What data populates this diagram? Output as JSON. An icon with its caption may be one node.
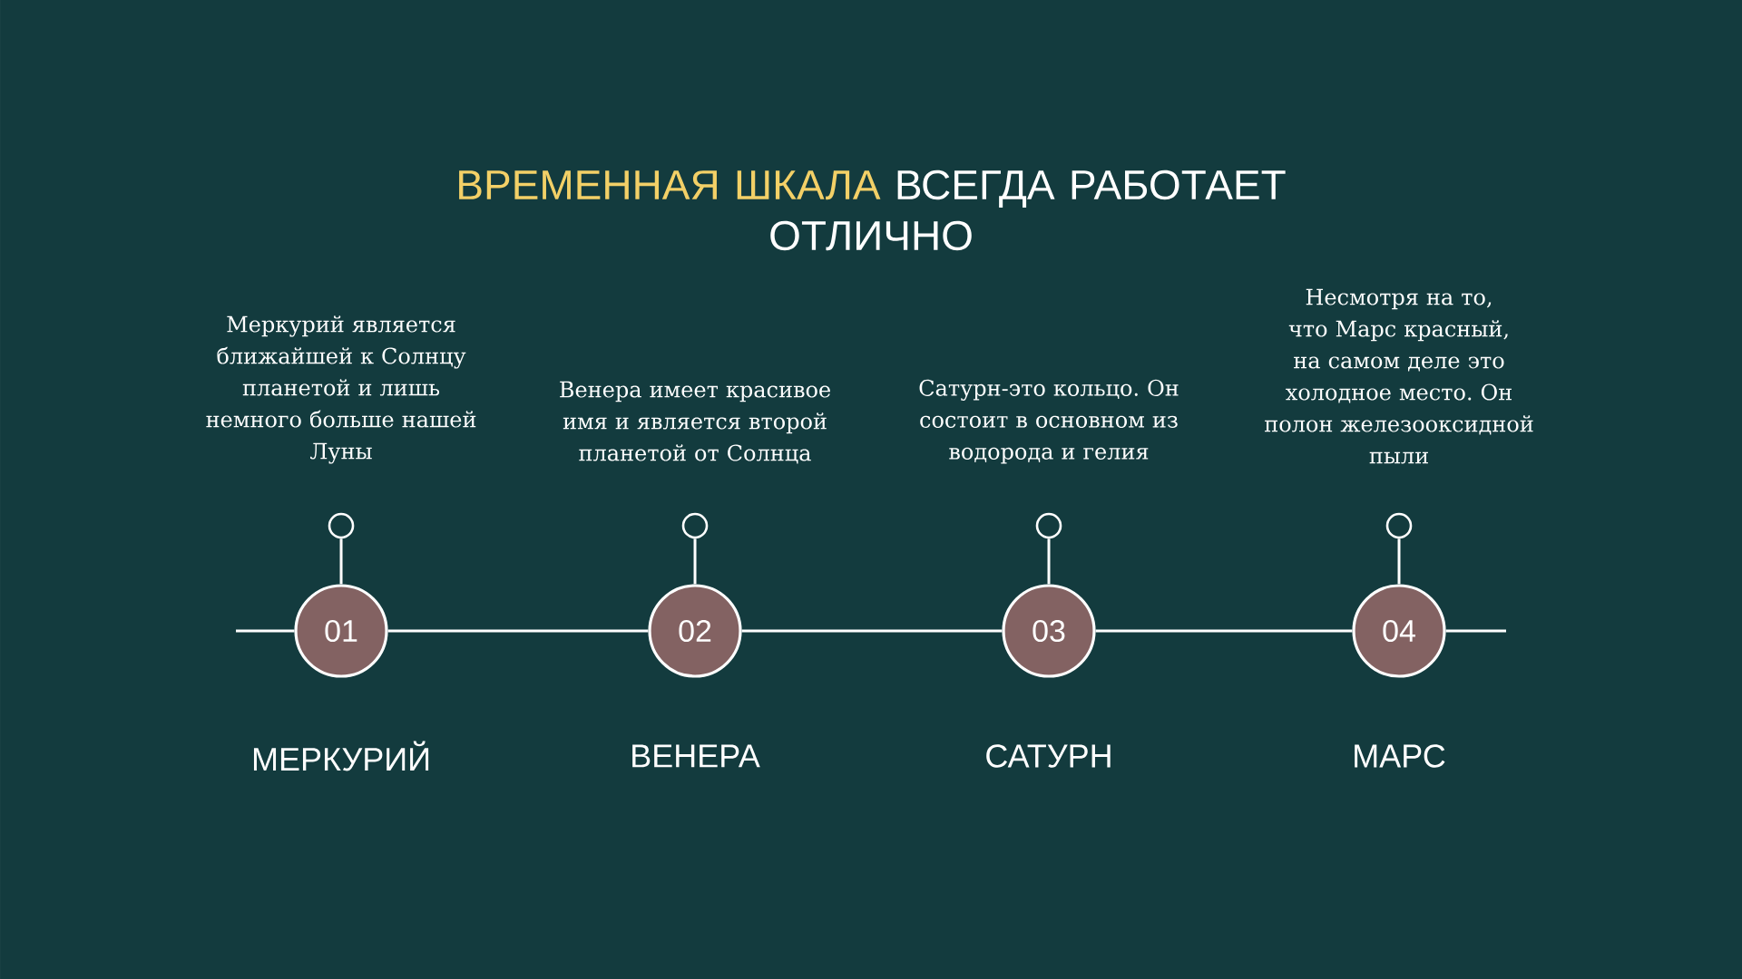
{
  "diagram": {
    "title": "**ВРЕМЕННАЯ ШКАЛА** ВСЕГДА РАБОТАЕТ ОТЛИЧНО",
    "nodes": [
      {
        "text": [],
        "shape": "circle",
        "beside": [
          "Меркурий является ближайшей к Солнцу планетой и лишь немного больше нашей Луны"
        ]
      },
      {
        "text": [],
        "shape": "circle",
        "beside": [
          "Венера имеет красивое имя и является второй планетой от Солнца"
        ]
      },
      {
        "text": [],
        "shape": "circle",
        "beside": [
          "Сатурн-это кольцо. Он состоит в основном из водорода и гелия"
        ]
      },
      {
        "text": [],
        "shape": "circle",
        "beside": [
          "Несмотря на то, что Марс красный, на самом деле это холодное место. Он полон железооксидной пыли"
        ]
      },
      {
        "text": [
          "01"
        ],
        "beside": [
          "МЕРКУРИЙ"
        ]
      },
      {
        "text": [
          "02"
        ],
        "beside": [
          "ВЕНЕРА"
        ]
      },
      {
        "text": [
          "03"
        ],
        "beside": [
          "САТУРН"
        ]
      },
      {
        "text": [
          "04"
        ],
        "beside": [
          "МАРС"
        ]
      }
    ],
    "edges": [
      {
        "from": 0,
        "to": 4,
        "arrow": "none"
      },
      {
        "from": 1,
        "to": 5,
        "arrow": "none"
      },
      {
        "from": 2,
        "to": 6,
        "arrow": "none"
      },
      {
        "from": 3,
        "to": 7,
        "arrow": "none"
      },
      {
        "from": null,
        "to": 4,
        "arrow": "none"
      },
      {
        "from": 4,
        "to": 5,
        "arrow": "none"
      },
      {
        "from": 5,
        "to": 6,
        "arrow": "none"
      },
      {
        "from": 6,
        "to": 7,
        "arrow": "none"
      },
      {
        "from": 7,
        "to": null,
        "arrow": "none"
      }
    ]
  }
}
